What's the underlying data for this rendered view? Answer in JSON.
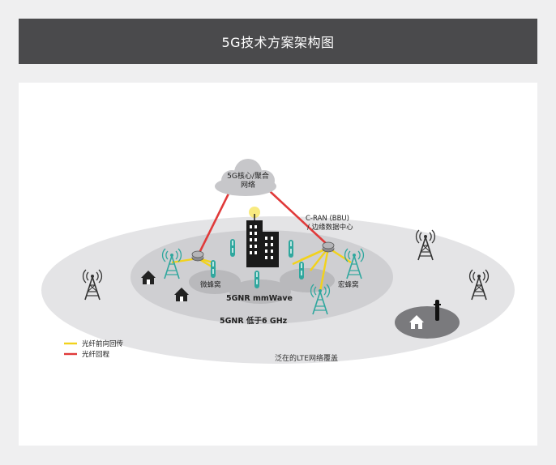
{
  "header": {
    "title": "5G技术方案架构图"
  },
  "diagram": {
    "core_cloud_line1": "5G核心/聚合",
    "core_cloud_line2": "网络",
    "cran_line1": "C-RAN (BBU)",
    "cran_line2": "/ 边缘数据中心",
    "micro_cell": "微蜂窝",
    "macro_cell": "宏蜂窝",
    "mmwave": "5GNR mmWave",
    "sub6": "5GNR 低于6 GHz",
    "lte": "泛在的LTE网络覆盖"
  },
  "legend": {
    "items": [
      {
        "label": "光纤前向回传",
        "color": "#f2d21c"
      },
      {
        "label": "光纤回程",
        "color": "#e03a3a"
      }
    ]
  }
}
